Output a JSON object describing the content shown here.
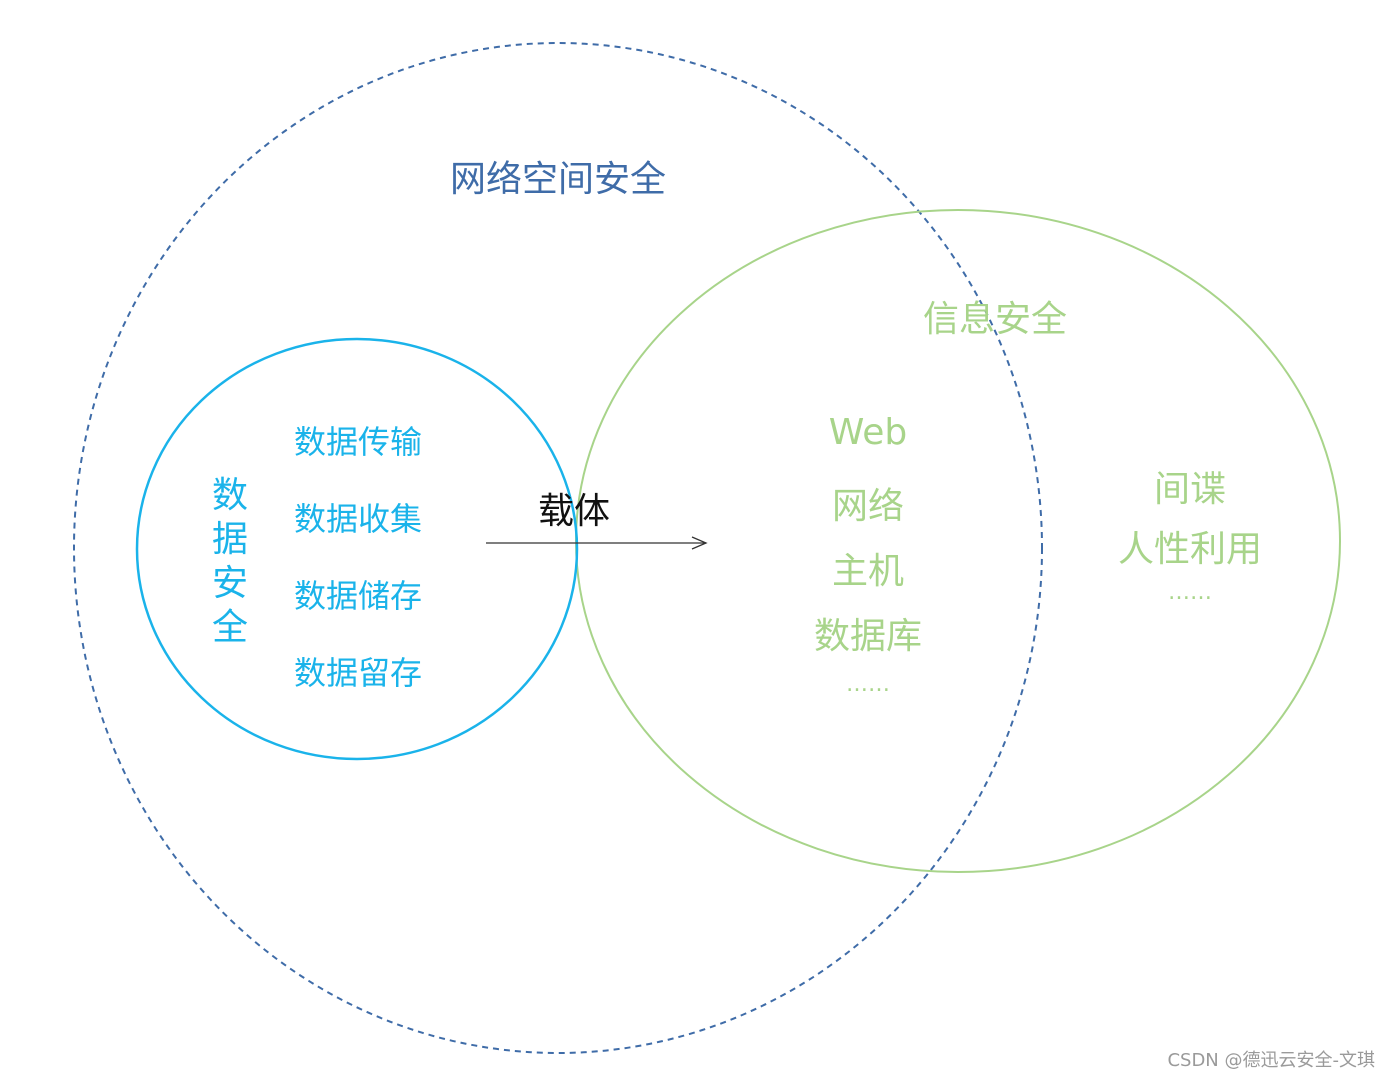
{
  "colors": {
    "cyber": "#3f6ca8",
    "data": "#1ab3ea",
    "info": "#a8d48a",
    "arrow": "#333333",
    "text_dark": "#111111",
    "watermark": "#9a9a9a"
  },
  "cyber_security": {
    "title": "网络空间安全"
  },
  "data_security": {
    "title": "数据安全",
    "items": [
      "数据传输",
      "数据收集",
      "数据储存",
      "数据留存"
    ]
  },
  "carrier": {
    "label": "载体"
  },
  "info_security": {
    "title": "信息安全",
    "technical_items": [
      "Web",
      "网络",
      "主机",
      "数据库",
      "……"
    ],
    "human_items": [
      "间谍",
      "人性利用",
      "……"
    ]
  },
  "watermark": "CSDN @德迅云安全-文琪"
}
